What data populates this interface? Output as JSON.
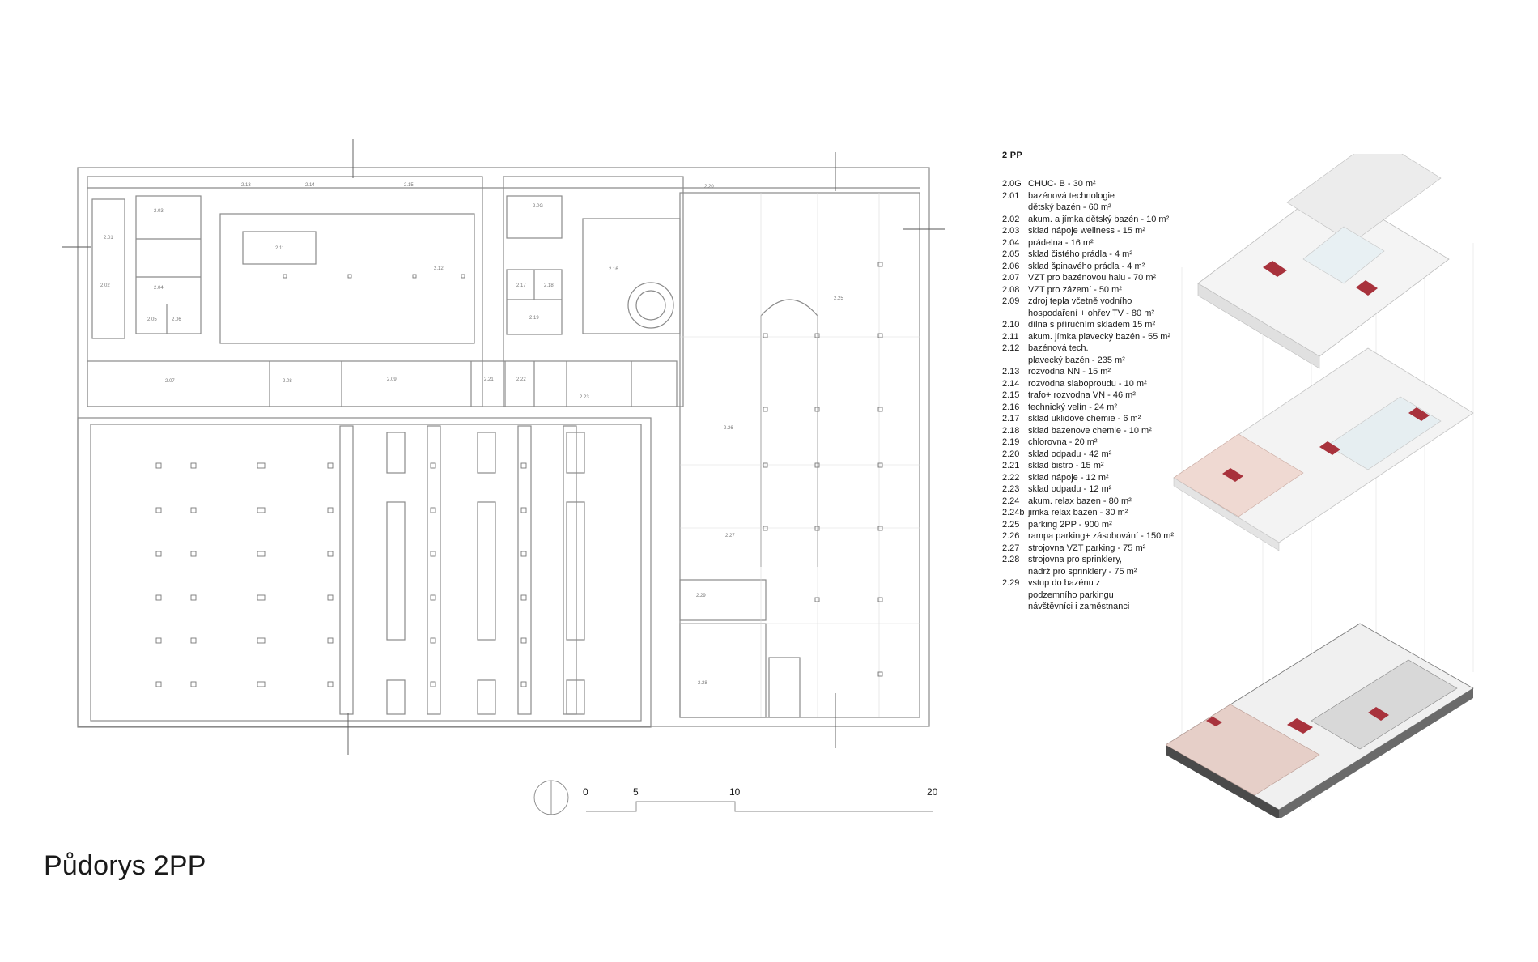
{
  "page_title": "Půdorys 2PP",
  "legend": {
    "heading": "2 PP",
    "items": [
      {
        "code": "2.0G",
        "label": "CHUC- B  - 30 m²"
      },
      {
        "code": "2.01",
        "label": "bazénová technologie\ndětský bazén  - 60 m²"
      },
      {
        "code": "2.02",
        "label": "akum. a jímka dětský bazén - 10 m²"
      },
      {
        "code": "2.03",
        "label": "sklad nápoje wellness  - 15 m²"
      },
      {
        "code": "2.04",
        "label": "prádelna - 16 m²"
      },
      {
        "code": "2.05",
        "label": "sklad čistého prádla  - 4 m²"
      },
      {
        "code": "2.06",
        "label": "sklad špinavého prádla  - 4 m²"
      },
      {
        "code": "2.07",
        "label": "VZT pro bazénovou halu  - 70 m²"
      },
      {
        "code": "2.08",
        "label": "VZT pro zázemí   - 50 m²"
      },
      {
        "code": "2.09",
        "label": "zdroj tepla včetně vodního\nhospodaření + ohřev TV  - 80 m²"
      },
      {
        "code": "2.10",
        "label": "dílna s příručním skladem  15 m²"
      },
      {
        "code": "2.11",
        "label": "akum. jímka plavecký bazén  - 55 m²"
      },
      {
        "code": "2.12",
        "label": "bazénová tech.\nplavecký bazén - 235 m²"
      },
      {
        "code": "2.13",
        "label": "rozvodna NN  - 15 m²"
      },
      {
        "code": "2.14",
        "label": "rozvodna slaboproudu - 10 m²"
      },
      {
        "code": "2.15",
        "label": "trafo+ rozvodna VN  - 46 m²"
      },
      {
        "code": "2.16",
        "label": "technický velín  - 24 m²"
      },
      {
        "code": "2.17",
        "label": "sklad uklidové chemie  - 6 m²"
      },
      {
        "code": "2.18",
        "label": "sklad bazenove chemie  - 10 m²"
      },
      {
        "code": "2.19",
        "label": "chlorovna  - 20 m²"
      },
      {
        "code": "2.20",
        "label": "sklad odpadu  - 42 m²"
      },
      {
        "code": "2.21",
        "label": "sklad bistro  - 15 m²"
      },
      {
        "code": "2.22",
        "label": "sklad nápoje  - 12 m²"
      },
      {
        "code": "2.23",
        "label": "sklad odpadu  - 12 m²"
      },
      {
        "code": "2.24",
        "label": "akum. relax bazen  - 80 m²"
      },
      {
        "code": "2.24b",
        "label": "jimka relax bazen - 30 m²"
      },
      {
        "code": "2.25",
        "label": "parking 2PP  - 900 m²"
      },
      {
        "code": "2.26",
        "label": "rampa parking+ zásobování  - 150 m²"
      },
      {
        "code": "2.27",
        "label": "strojovna VZT parking  - 75 m²"
      },
      {
        "code": "2.28",
        "label": "strojovna pro sprinklery,\nnádrž pro sprinklery  - 75 m²"
      },
      {
        "code": "2.29",
        "label": "vstup do bazénu z\npodzemního parkingu\nnávštěvníci i zaměstnanci"
      }
    ]
  },
  "scale_bar": {
    "labels": [
      "0",
      "5",
      "10",
      "20"
    ]
  },
  "room_labels": {
    "r212": "2.12",
    "r211": "2.11",
    "r201": "2.01",
    "r205": "2.05",
    "r204": "2.04",
    "r202": "2.02",
    "r203": "2.03",
    "r206": "2.06",
    "r207": "2.07",
    "r208": "2.08",
    "r209": "2.09",
    "r213": "2.13",
    "r214": "2.14",
    "r215": "2.15",
    "r216": "2.16",
    "r217": "2.17",
    "r218": "2.18",
    "r219": "2.19",
    "r220": "2.20",
    "r221": "2.21",
    "r222": "2.22",
    "r223": "2.23",
    "r225": "2.25",
    "r226": "2.26",
    "r227": "2.27",
    "r228": "2.28",
    "r229": "2.29",
    "r20g": "2.0G"
  },
  "colors": {
    "wall": "#8a8a8a",
    "accent_red": "#a8323c",
    "floor_pink": "#e6cfc8",
    "axo_line": "#cfcfcf"
  }
}
